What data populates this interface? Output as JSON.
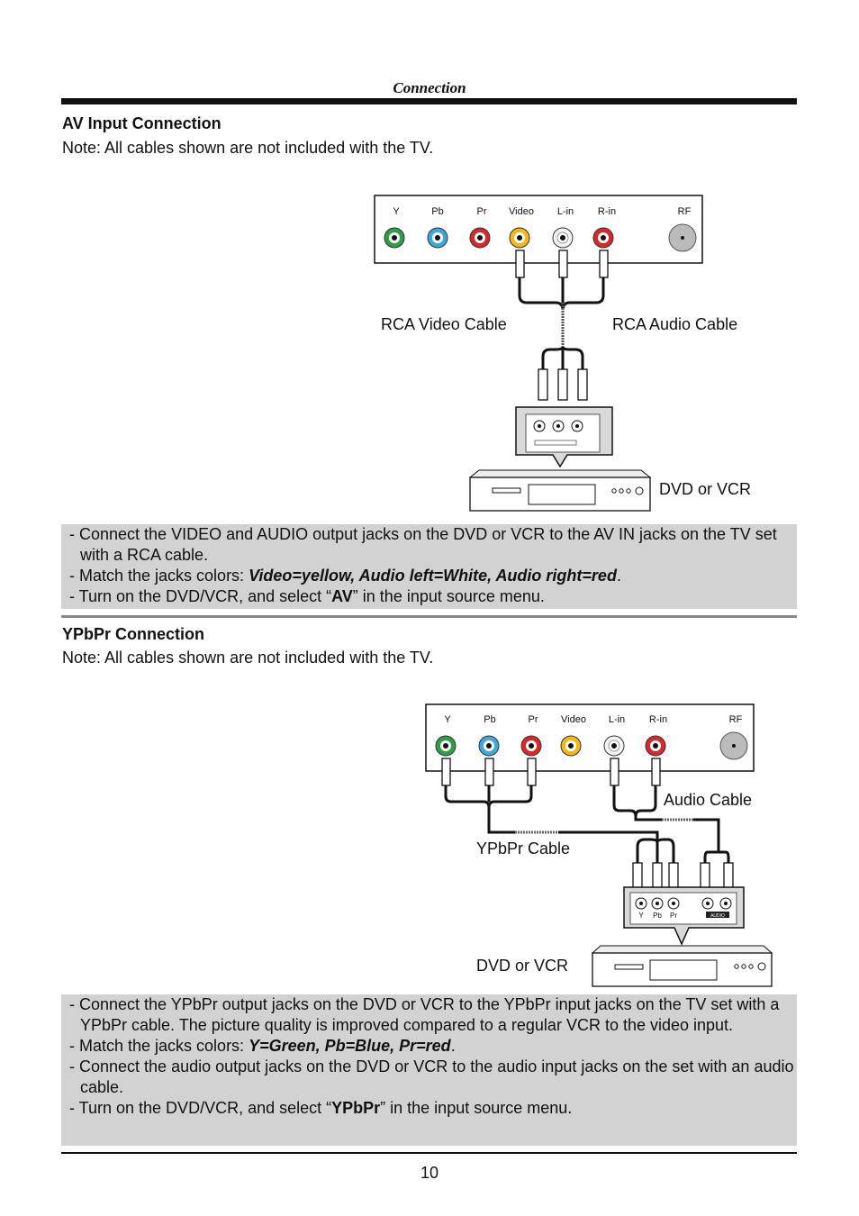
{
  "header": {
    "title": "Connection"
  },
  "av": {
    "title": "AV Input Connection",
    "note": "Note: All cables shown are not included with the TV.",
    "panel_labels": [
      "Y",
      "Pb",
      "Pr",
      "Video",
      "L-in",
      "R-in",
      "RF"
    ],
    "video_cable_label": "RCA Video Cable",
    "audio_cable_label": "RCA Audio Cable",
    "device_label": "DVD or VCR",
    "instr1": "- Connect the VIDEO and AUDIO output jacks on the DVD or VCR to the AV IN jacks on the TV set with a RCA cable.",
    "instr2_prefix": "- Match the jacks colors: ",
    "instr2_bold": "Video=yellow, Audio left=White, Audio right=red",
    "instr2_suffix": ".",
    "instr3_prefix": "- Turn on the DVD/VCR, and select “",
    "instr3_bold": "AV",
    "instr3_suffix": "” in the input source menu."
  },
  "ypbpr": {
    "title": "YPbPr Connection",
    "note": "Note: All cables shown are not included with the TV.",
    "panel_labels": [
      "Y",
      "Pb",
      "Pr",
      "Video",
      "L-in",
      "R-in",
      "RF"
    ],
    "audio_cable_label": "Audio Cable",
    "ypbpr_cable_label": "YPbPr Cable",
    "device_label": "DVD or VCR",
    "device_jack_labels": [
      "Y",
      "Pb",
      "Pr"
    ],
    "device_audio_label": "AUDIO",
    "instr1": "- Connect the YPbPr output jacks on the DVD or VCR to the YPbPr input jacks on the TV set with a YPbPr cable. The picture quality is improved compared to a regular VCR to the video input.",
    "instr2_prefix": "- Match the jacks colors: ",
    "instr2_bold": "Y=Green, Pb=Blue, Pr=red",
    "instr2_suffix": ".",
    "instr3": "- Connect the audio output jacks on the DVD or VCR to the audio input jacks on the set with an audio cable.",
    "instr4_prefix": "- Turn on the DVD/VCR, and select “",
    "instr4_bold": "YPbPr",
    "instr4_suffix": "” in the input source menu."
  },
  "footer": {
    "page_number": "10"
  },
  "colors": {
    "green": "#2e9e4a",
    "blue": "#3fa9dc",
    "red": "#d9282c",
    "yellow": "#f2b817",
    "white": "#f4f4f4",
    "instruction_bg": "#d2d2d2"
  }
}
